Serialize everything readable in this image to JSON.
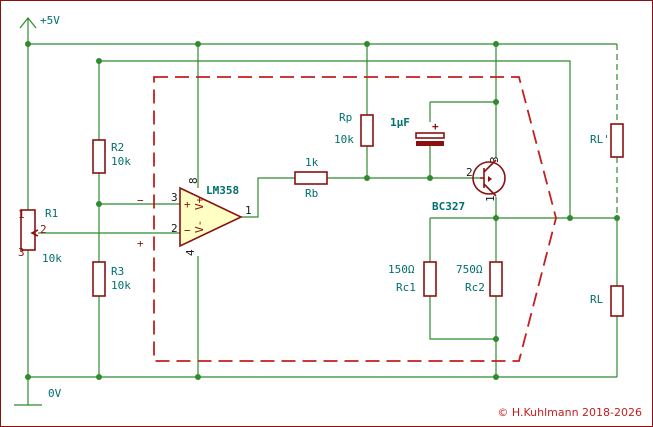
{
  "rails": {
    "vcc": "+5V",
    "gnd": "0V"
  },
  "opamp": {
    "name": "LM358",
    "pin_noninv": "3",
    "pin_inv": "2",
    "pin_out": "1",
    "pin_vcc": "8",
    "pin_gnd": "4",
    "sign_plus": "+",
    "sign_minus": "−",
    "vplus": "V+",
    "vminus": "V-"
  },
  "resistors": {
    "r1": {
      "ref": "R1",
      "value": "10k",
      "pin1": "1",
      "pin2": "2",
      "pin3": "3"
    },
    "r2": {
      "ref": "R2",
      "value": "10k"
    },
    "r3": {
      "ref": "R3",
      "value": "10k"
    },
    "rb": {
      "ref": "Rb",
      "value": "1k"
    },
    "rp": {
      "ref": "Rp",
      "value": "10k"
    },
    "rc1": {
      "ref": "Rc1",
      "value": "150Ω"
    },
    "rc2": {
      "ref": "Rc2",
      "value": "750Ω"
    },
    "rl_prime": {
      "ref": "RL'"
    },
    "rl": {
      "ref": "RL"
    }
  },
  "capacitor": {
    "value": "1µF",
    "polarity": "+"
  },
  "transistor": {
    "name": "BC327",
    "pin_b": "2",
    "pin_c": "1",
    "pin_e": "3"
  },
  "annotations": {
    "plus_marker": "+",
    "minus_marker": "−"
  },
  "copyright": "© H.Kuhlmann 2018-2026"
}
